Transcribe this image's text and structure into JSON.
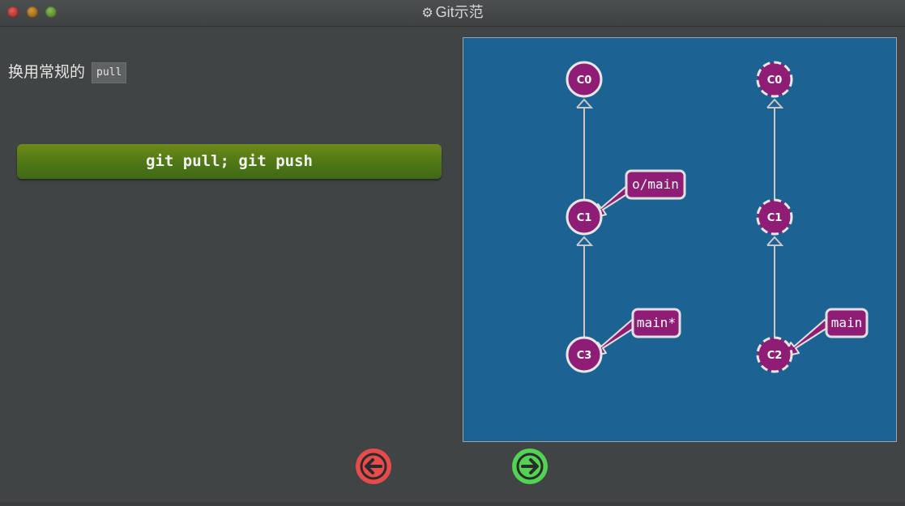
{
  "window": {
    "title": "Git示范",
    "title_icon": "gear-icon"
  },
  "intro": {
    "text": "换用常规的",
    "code": "pull"
  },
  "command": {
    "label": "git pull; git push"
  },
  "visualization": {
    "colors": {
      "background": "#1c6393",
      "commit_fill": "#8f1c75",
      "commit_stroke": "#e6e6e6",
      "edge": "#c8c8c8",
      "label_fill": "#8f1c75"
    },
    "local_repo": {
      "commits": [
        {
          "id": "C0"
        },
        {
          "id": "C1"
        },
        {
          "id": "C3"
        }
      ],
      "branches": [
        {
          "name": "o/main",
          "target": "C1"
        },
        {
          "name": "main*",
          "target": "C3"
        }
      ]
    },
    "remote_repo": {
      "commits": [
        {
          "id": "C0"
        },
        {
          "id": "C1"
        },
        {
          "id": "C2"
        }
      ],
      "branches": [
        {
          "name": "main",
          "target": "C2"
        }
      ]
    }
  },
  "navigation": {
    "prev_icon": "arrow-left-icon",
    "next_icon": "arrow-right-icon",
    "prev_color": "#e84b4b",
    "next_color": "#52d352"
  }
}
